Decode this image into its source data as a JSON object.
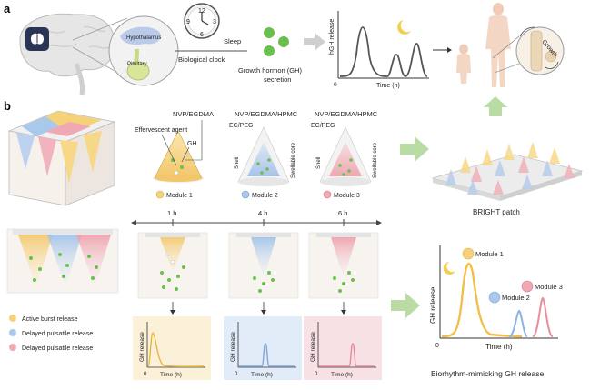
{
  "panel_a": {
    "letter": "a",
    "brain": {
      "hypothalamus": "Hypothalamus",
      "pituitary": "Pituitary"
    },
    "clock": {
      "n12": "12",
      "n3": "3",
      "n6": "6",
      "n9": "9",
      "sleep": "Sleep",
      "caption": "Biological clock"
    },
    "gh": {
      "line1": "Growth hormon (GH)",
      "line2": "secretion"
    },
    "plot": {
      "ylabel": "hGH release",
      "xlabel": "Time (h)",
      "origin": "0"
    },
    "growth": "Growth"
  },
  "panel_b": {
    "letter": "b",
    "module1": {
      "formula": "NVP/EGDMA",
      "agent": "Effervescent agent",
      "gh": "GH",
      "label": "Module 1"
    },
    "module2": {
      "formula": "NVP/EGDMA/HPMC",
      "shell": "EC/PEG",
      "shell_side": "Shell",
      "core_side": "Swellable core",
      "label": "Module 2"
    },
    "module3": {
      "formula": "NVP/EGDMA/HPMC",
      "shell": "EC/PEG",
      "shell_side": "Shell",
      "core_side": "Swellable core",
      "label": "Module 3"
    },
    "patch": "BRIGHT patch",
    "timeline": [
      "1 h",
      "4 h",
      "6 h"
    ],
    "legend": [
      "Active burst release",
      "Delayed pulsatile release",
      "Delayed pulsatile release"
    ],
    "mini_plot": {
      "ylabel": "GH release",
      "xlabel": "Time (h)",
      "origin": "0"
    },
    "big_plot": {
      "ylabel": "GH release",
      "xlabel": "Time (h)",
      "origin": "0",
      "labels": [
        "Module 1",
        "Module 2",
        "Module 3"
      ],
      "caption": "Biorhythm-mimicking GH release"
    }
  },
  "colors": {
    "yellow": "#f5d27a",
    "blue": "#a9c9ec",
    "pink": "#f0a9b3",
    "green": "#6bbf4e",
    "arrow": "#b9dca4"
  }
}
